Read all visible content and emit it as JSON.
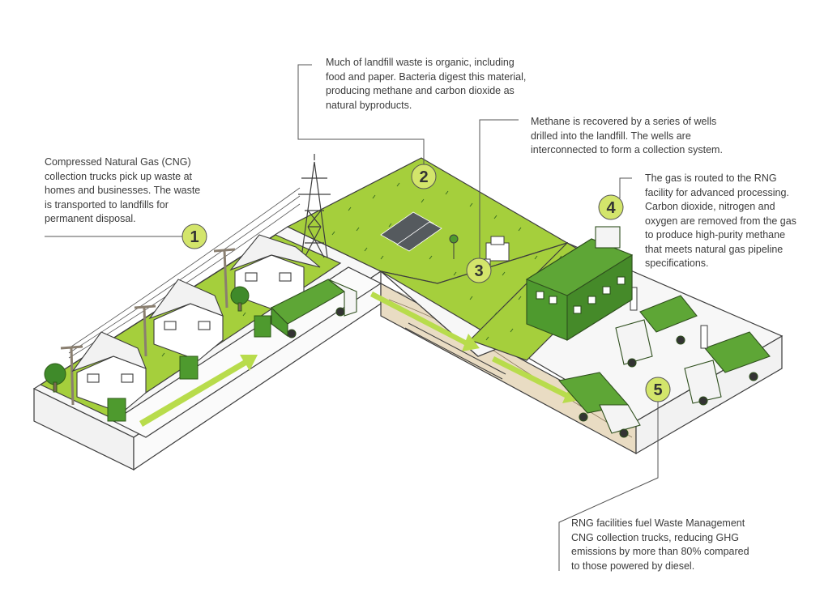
{
  "captions": {
    "step1": "Compressed Natural Gas (CNG)\ncollection trucks pick up waste at\nhomes and businesses. The waste\nis transported to landfills for\npermanent disposal.",
    "step2": "Much of landfill waste is organic, including\nfood and paper. Bacteria digest this material,\nproducing methane and carbon dioxide as\nnatural byproducts.",
    "step3": "Methane is recovered by a series of wells\ndrilled into the landfill. The wells are\ninterconnected to form a collection system.",
    "step4": "The gas is routed to the RNG\nfacility for advanced processing.\nCarbon dioxide, nitrogen and\noxygen are removed from the gas\nto produce high-purity methane\nthat meets natural gas pipeline\nspecifications.",
    "step5": "RNG facilities fuel Waste Management\nCNG collection trucks, reducing GHG\nemissions by more than 80% compared\nto those powered by diesel."
  },
  "badges": {
    "b1": "1",
    "b2": "2",
    "b3": "3",
    "b4": "4",
    "b5": "5"
  },
  "colors": {
    "green": "#9fcc3b",
    "dark_green": "#4e9a2e",
    "truck_green": "#5ea636",
    "badge_fill": "#d3e56b",
    "outline": "#3d3d3d",
    "ground_side": "#f1f1f1",
    "soil": "#e9dcc3"
  },
  "icons": [
    "house-icon",
    "tree-icon",
    "power-pylon-icon",
    "solar-panel-icon",
    "gas-well-icon",
    "garbage-truck-icon",
    "rng-facility-icon",
    "fuel-dispenser-icon"
  ]
}
